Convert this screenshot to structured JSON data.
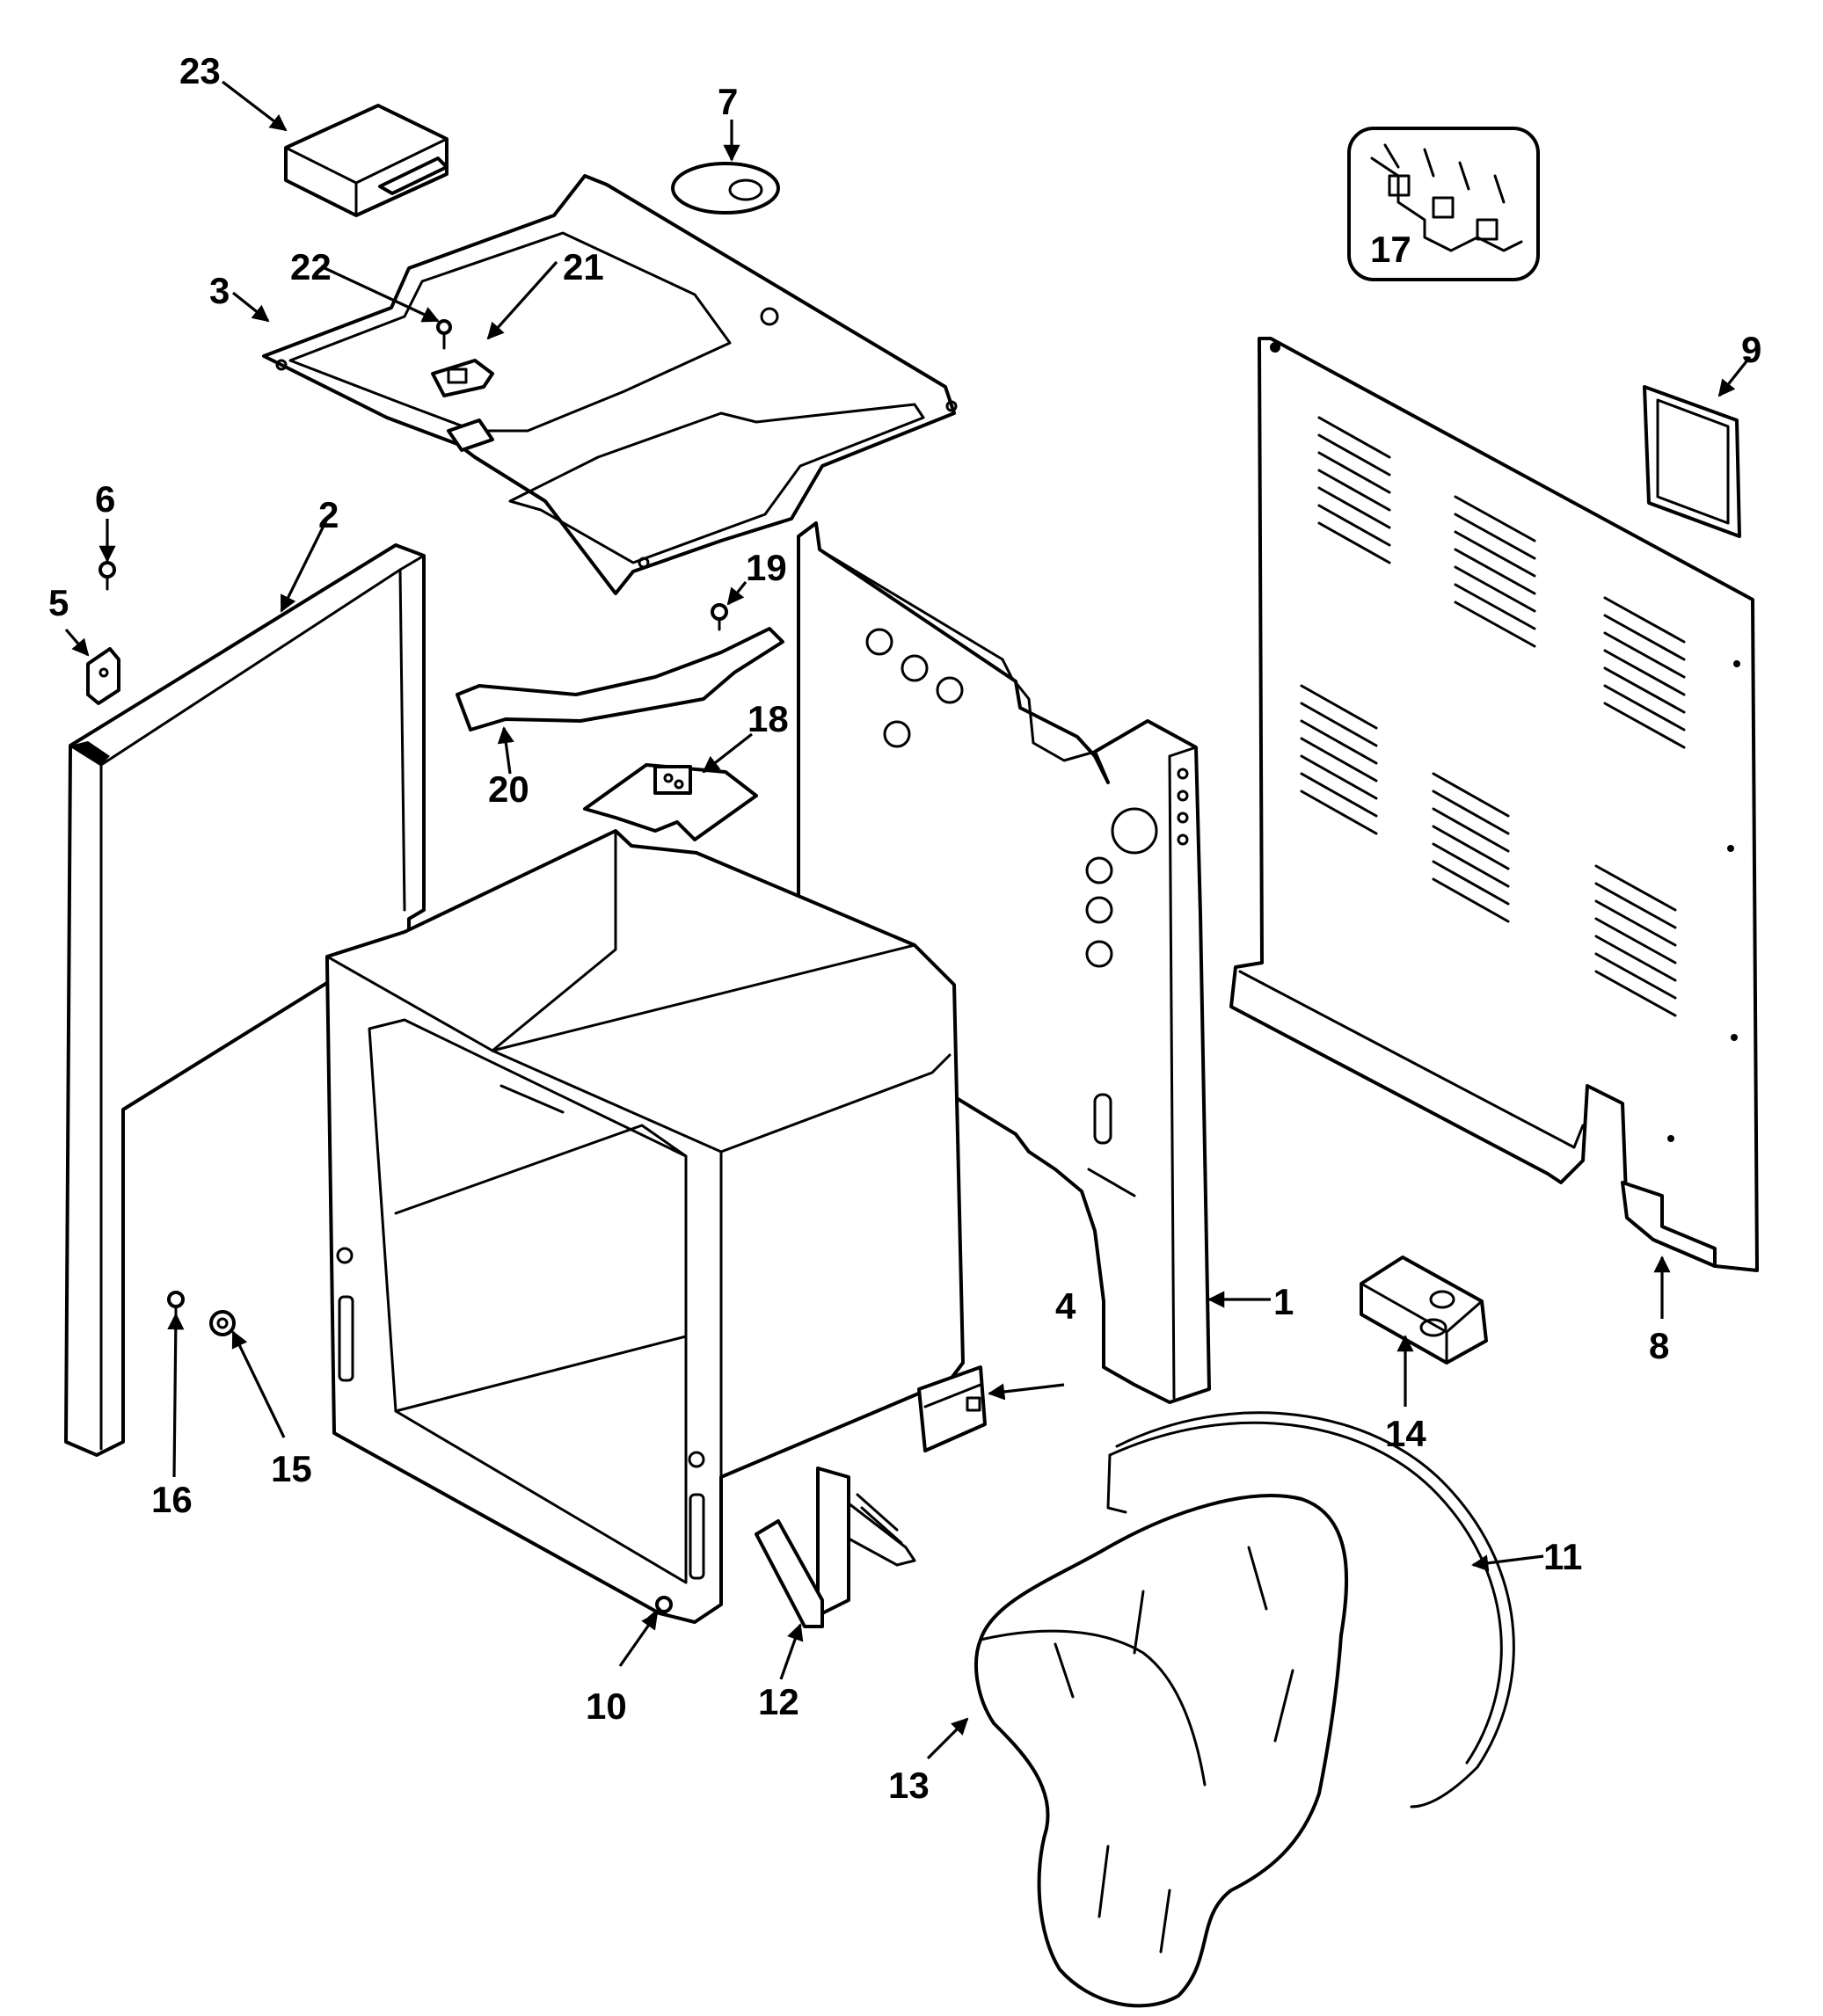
{
  "callouts": [
    {
      "id": "1",
      "label": "1"
    },
    {
      "id": "2",
      "label": "2"
    },
    {
      "id": "3",
      "label": "3"
    },
    {
      "id": "4",
      "label": "4"
    },
    {
      "id": "5",
      "label": "5"
    },
    {
      "id": "6",
      "label": "6"
    },
    {
      "id": "7",
      "label": "7"
    },
    {
      "id": "8",
      "label": "8"
    },
    {
      "id": "9",
      "label": "9"
    },
    {
      "id": "10",
      "label": "10"
    },
    {
      "id": "11",
      "label": "11"
    },
    {
      "id": "12",
      "label": "12"
    },
    {
      "id": "13",
      "label": "13"
    },
    {
      "id": "14",
      "label": "14"
    },
    {
      "id": "15",
      "label": "15"
    },
    {
      "id": "16",
      "label": "16"
    },
    {
      "id": "17",
      "label": "17"
    },
    {
      "id": "18",
      "label": "18"
    },
    {
      "id": "19",
      "label": "19"
    },
    {
      "id": "20",
      "label": "20"
    },
    {
      "id": "21",
      "label": "21"
    },
    {
      "id": "22",
      "label": "22"
    },
    {
      "id": "23",
      "label": "23"
    }
  ],
  "colors": {
    "line": "#000000",
    "background": "#ffffff"
  }
}
